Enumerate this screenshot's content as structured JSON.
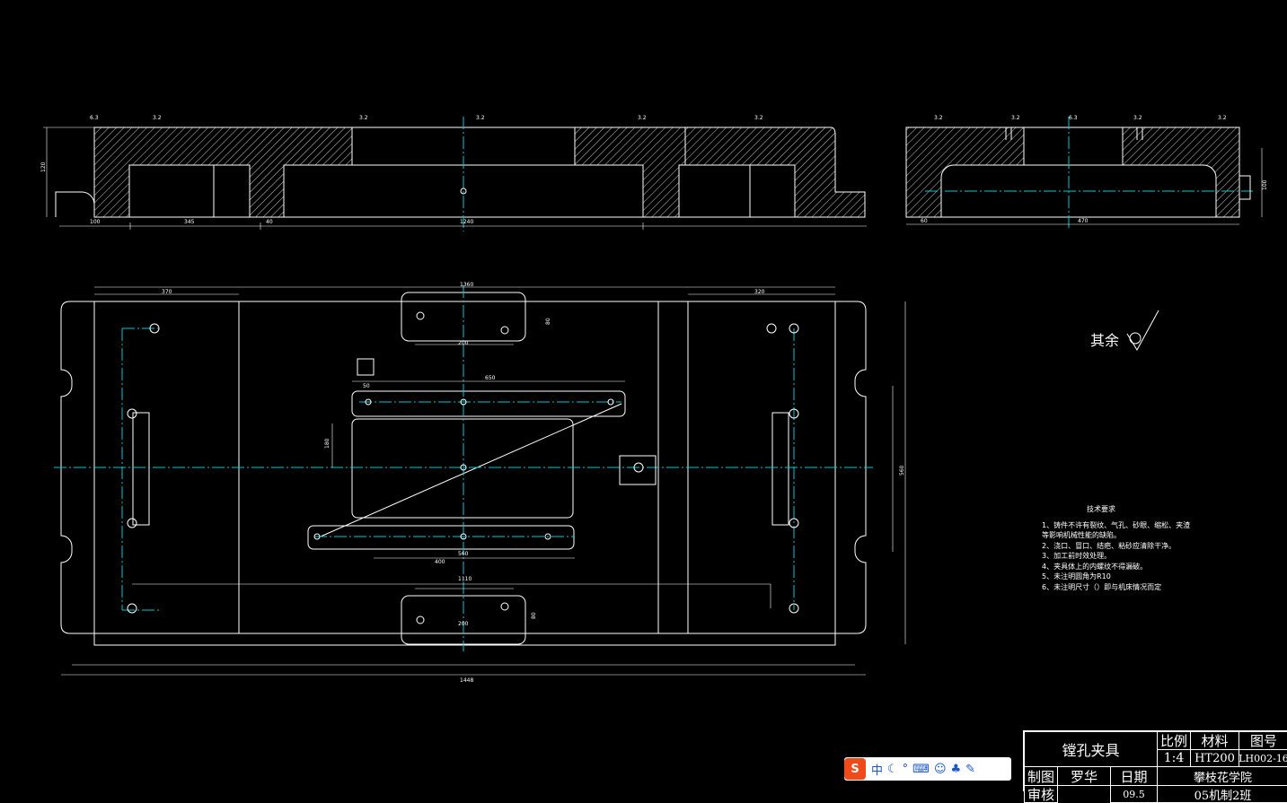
{
  "drawing": {
    "roughness_label": "其余",
    "tech_requirements_title": "技术要求",
    "tech_requirements": [
      "1、铸件不许有裂纹、气孔、砂眼、缩松、夹渣",
      "   等影响机械性能的缺陷。",
      "2、浇口、冒口、结疤、粘砂应清除干净。",
      "3、加工前时效处理。",
      "4、夹具体上的内螺纹不得漏破。",
      "5、未注明圆角为R10",
      "6、未注明尺寸（）即与机床情况而定"
    ],
    "dimensions": {
      "total_length": "1448",
      "inner_length": "1360",
      "center_span": "1240",
      "wall": "40",
      "left_pocket": "345",
      "right_view_length": "470",
      "span_1110": "1110",
      "span_650": "650",
      "span_560": "560",
      "span_400": "400",
      "span_370": "370",
      "span_320": "320",
      "span_200": "200",
      "span_180": "180",
      "span_120": "120",
      "span_100": "100",
      "span_80": "80",
      "span_60": "60",
      "span_50": "50",
      "rough_6_3": "6.3",
      "rough_3_2": "3.2"
    }
  },
  "title_block": {
    "part_name": "镗孔夹具",
    "scale_header": "比例",
    "scale_value": "1:4",
    "material_header": "材料",
    "material_value": "HT200",
    "drawing_no_header": "图号",
    "drawing_no_value": "LH002-16",
    "drawn_by_label": "制图",
    "drawn_by_name": "罗华",
    "date_label": "日期",
    "school": "攀枝花学院",
    "review_label": "审核",
    "date_value": "09.5",
    "class_name": "05机制2班"
  },
  "ime_toolbar": {
    "logo": "S",
    "lang": "中",
    "icons": [
      "moon-icon",
      "punctuation-icon",
      "keyboard-icon",
      "user-icon",
      "shirt-icon",
      "wrench-icon"
    ]
  }
}
